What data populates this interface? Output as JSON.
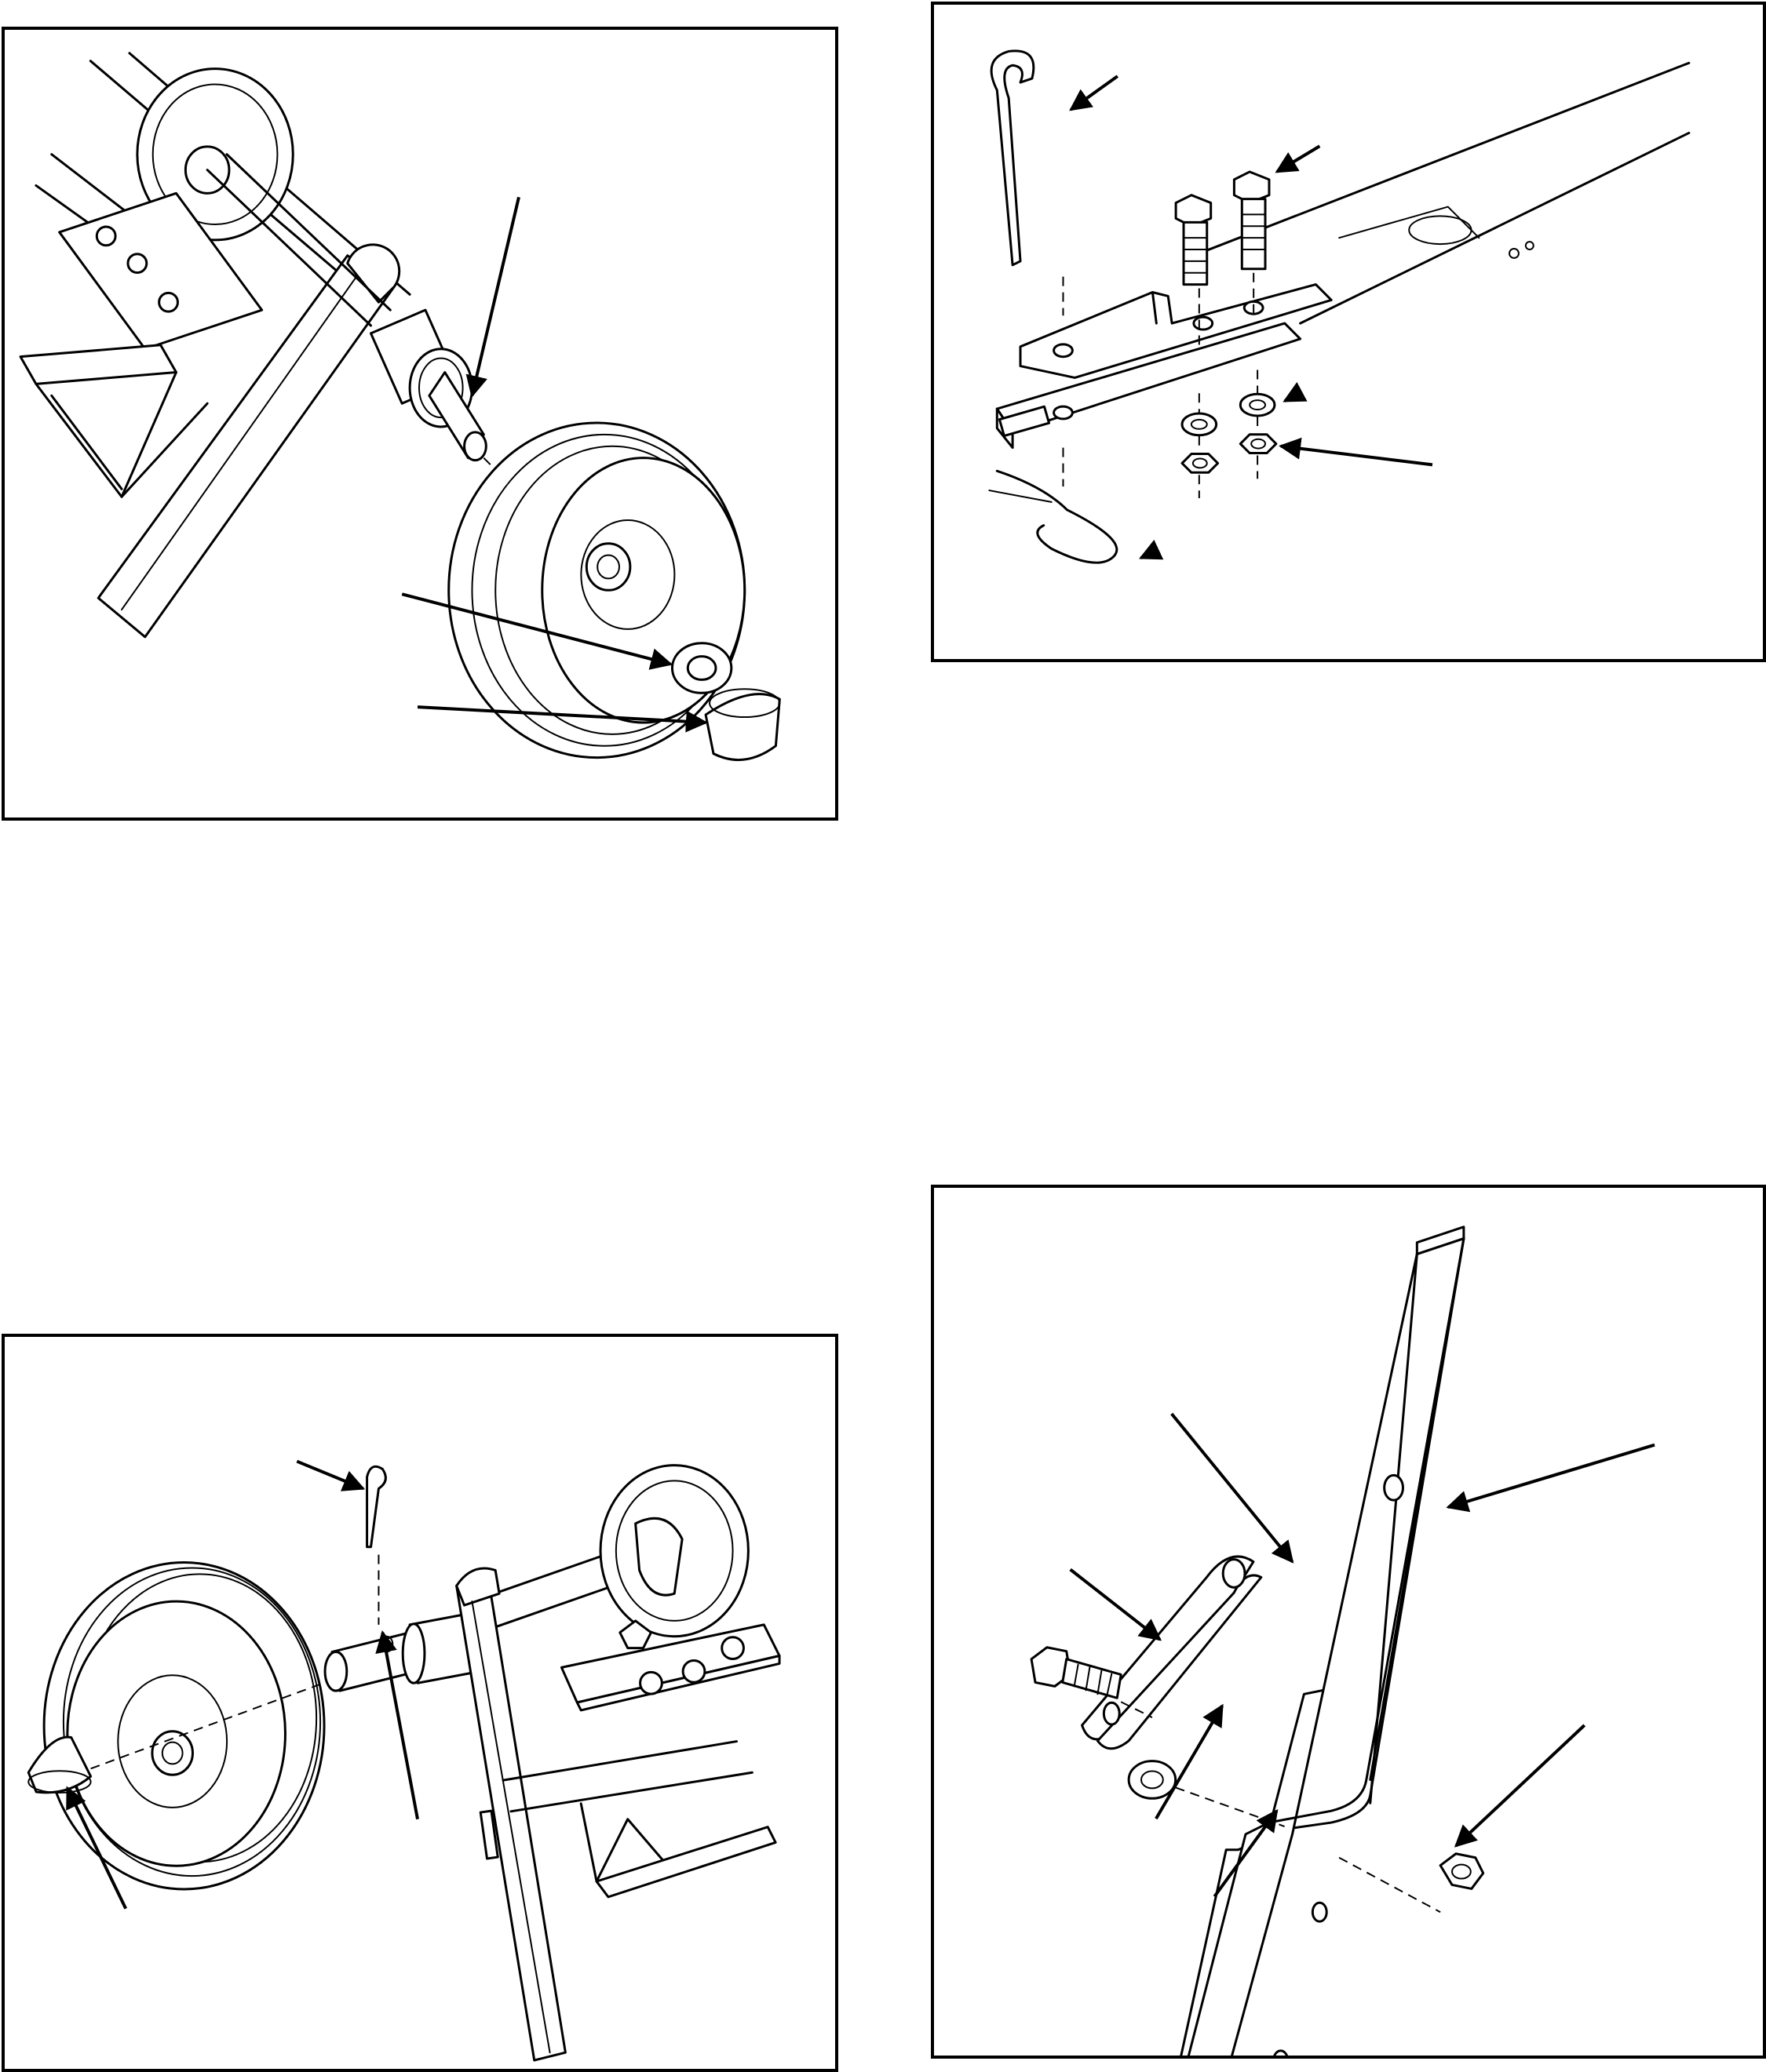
{
  "page": {
    "background": "#ffffff",
    "line_color": "#000000"
  },
  "figures": [
    {
      "id": "wheel-mount-rear",
      "callouts": 3
    },
    {
      "id": "hitch-assembly",
      "callouts": 5
    },
    {
      "id": "wheel-mount-front",
      "callouts": 3
    },
    {
      "id": "link-bar-assembly",
      "callouts": 6
    }
  ]
}
